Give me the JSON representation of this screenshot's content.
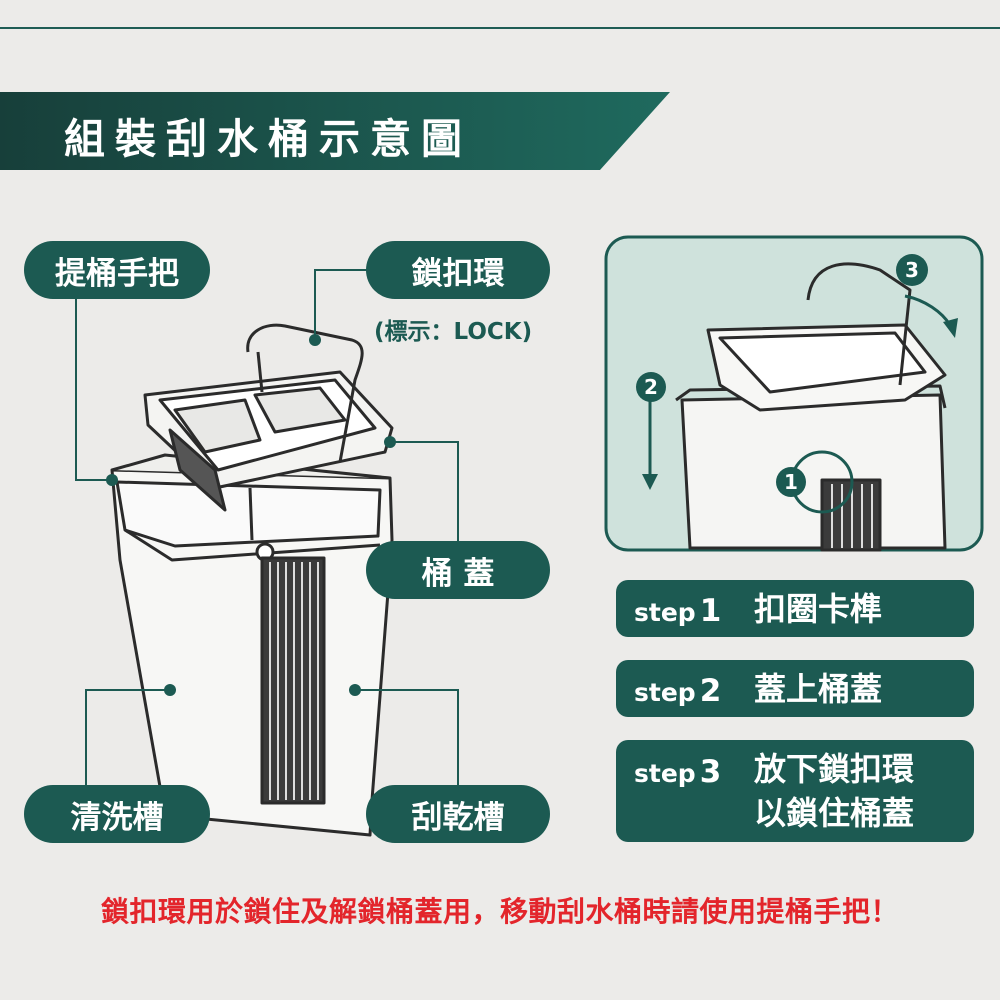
{
  "title": "組裝刮水桶示意圖",
  "labels": {
    "handle": "提桶手把",
    "lock_ring": "鎖扣環",
    "lock_note": "(標示：LOCK)",
    "lid": "桶 蓋",
    "wash_tank": "清洗槽",
    "dry_tank": "刮乾槽"
  },
  "inset_markers": [
    "1",
    "2",
    "3"
  ],
  "steps": [
    {
      "label": "step",
      "num": "1",
      "text": "扣圈卡榫"
    },
    {
      "label": "step",
      "num": "2",
      "text": "蓋上桶蓋"
    },
    {
      "label": "step",
      "num": "3",
      "text": "放下鎖扣環",
      "text2": "以鎖住桶蓋"
    }
  ],
  "warning": "鎖扣環用於鎖住及解鎖桶蓋用，移動刮水桶時請使用提桶手把！",
  "colors": {
    "brand": "#1c5a52",
    "warning": "#e3252b",
    "inset_bg": "#cfe2dc"
  }
}
